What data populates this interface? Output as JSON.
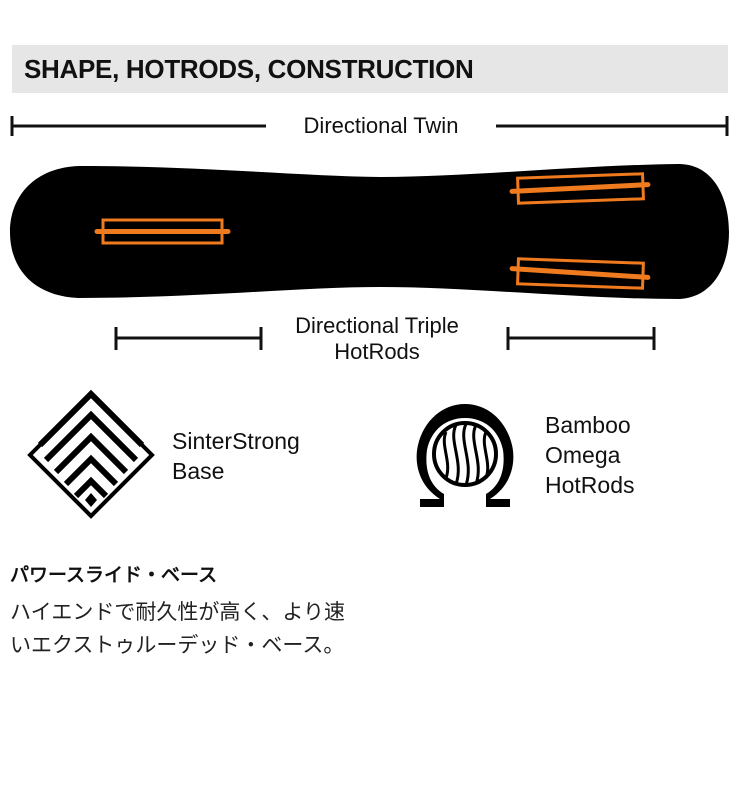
{
  "header": {
    "title": "SHAPE, HOTRODS, CONSTRUCTION"
  },
  "shape": {
    "label": "Directional Twin"
  },
  "hotrods": {
    "label_line1": "Directional Triple",
    "label_line2": "HotRods"
  },
  "features": [
    {
      "icon": "diamond-chevron-icon",
      "line1": "SinterStrong",
      "line2": "Base"
    },
    {
      "icon": "omega-bamboo-icon",
      "line1": "Bamboo",
      "line2": "Omega",
      "line3": "HotRods"
    }
  ],
  "description": {
    "title": "パワースライド・ベース",
    "line1": "ハイエンドで耐久性が高く、より速",
    "line2": "いエクストゥルーデッド・ベース。"
  },
  "colors": {
    "accent": "#f07a1e",
    "board": "#000000",
    "header_bg": "#e6e6e6"
  }
}
